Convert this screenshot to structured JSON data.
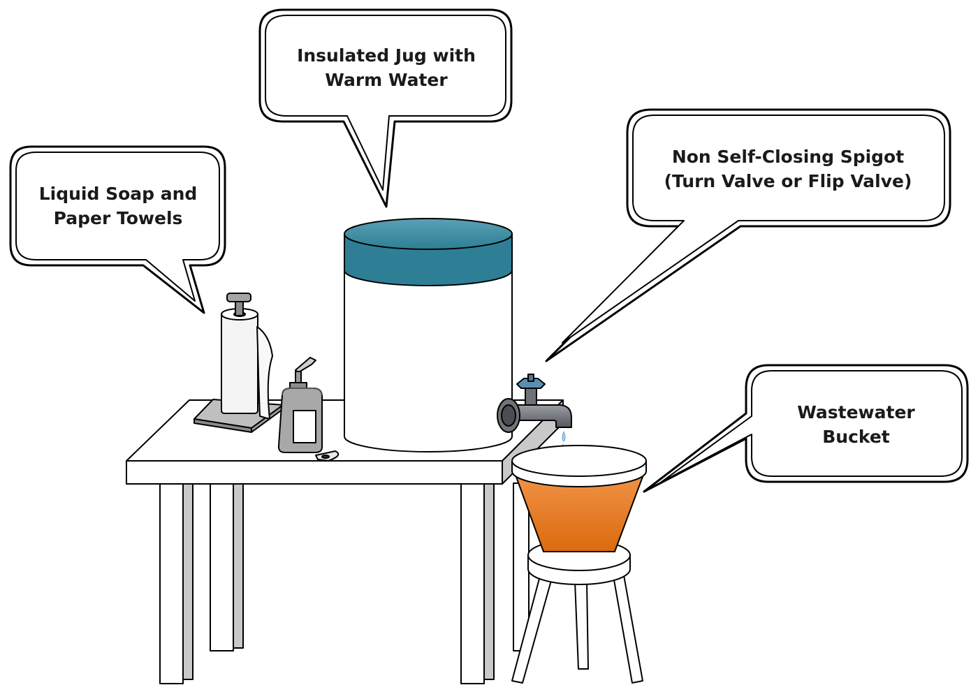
{
  "callouts": {
    "soap": "Liquid Soap and\nPaper Towels",
    "jug": "Insulated Jug with\nWarm Water",
    "spigot": "Non Self-Closing Spigot\n(Turn Valve or Flip Valve)",
    "bucket": "Wastewater\nBucket"
  },
  "colors": {
    "jug_lid": "#2e7f96",
    "bucket_top": "#f2954a",
    "bucket_bottom": "#dc6a0e",
    "spigot": "#6f7378",
    "valve_handle": "#5b8fb0",
    "water_drop": "#9fd0ef"
  },
  "icons": [
    "paper-towel-holder",
    "soap-dispenser",
    "insulated-jug",
    "spigot",
    "water-drop",
    "wastewater-bucket",
    "stool",
    "table"
  ]
}
